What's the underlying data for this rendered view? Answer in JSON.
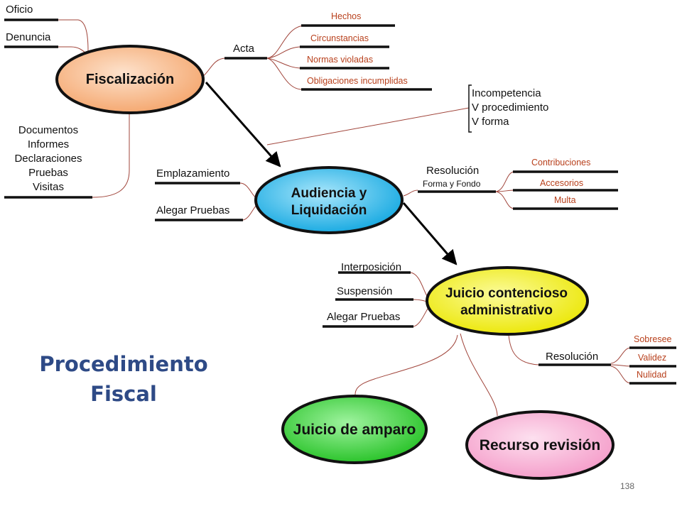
{
  "title": [
    "Procedimiento",
    "Fiscal"
  ],
  "page_number": "138",
  "nodes": {
    "fiscalizacion": "Fiscalización",
    "audiencia": [
      "Audiencia  y",
      "Liquidación"
    ],
    "juicio_contencioso": [
      "Juicio contencioso",
      "administrativo"
    ],
    "juicio_amparo": "Juicio de amparo",
    "recurso_revision": "Recurso revisión"
  },
  "fiscalizacion_inputs": [
    "Oficio",
    "Denuncia"
  ],
  "fiscalizacion_docs": [
    "Documentos",
    "Informes",
    "Declaraciones",
    "Pruebas",
    "Visitas"
  ],
  "acta": {
    "label": "Acta",
    "items": [
      "Hechos",
      "Circunstancias",
      "Normas violadas",
      "Obligaciones incumplidas"
    ]
  },
  "vicios": [
    "Incompetencia",
    "V procedimiento",
    "V forma"
  ],
  "audiencia_inputs": [
    "Emplazamiento",
    "Alegar Pruebas"
  ],
  "resolucion_audiencia": {
    "label": "Resolución",
    "sublabel": "Forma y Fondo",
    "items": [
      "Contribuciones",
      "Accesorios",
      "Multa"
    ]
  },
  "juicio_inputs": [
    "Interposición",
    "Suspensión",
    "Alegar Pruebas"
  ],
  "resolucion_juicio": {
    "label": "Resolución",
    "items": [
      "Sobresee",
      "Validez",
      "Nulidad"
    ]
  },
  "colors": {
    "fiscalizacion": "#f6b88c",
    "audiencia": "#29b6ea",
    "juicio_contencioso": "#f3f21e",
    "juicio_amparo": "#3ccf3c",
    "recurso_revision": "#f7aad3",
    "connector": "#a0443a",
    "title": "#2e4a86",
    "branch_text": "#b8401c"
  }
}
